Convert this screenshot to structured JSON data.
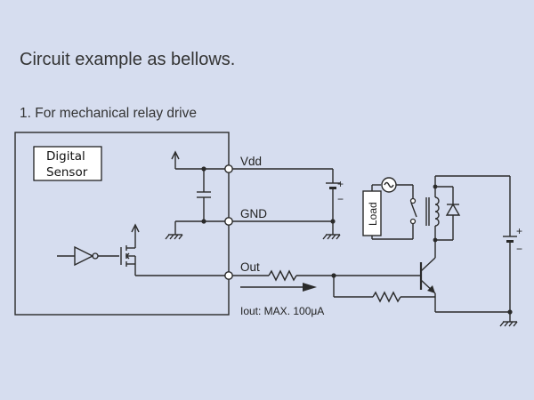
{
  "title": "Circuit example as bellows.",
  "subtitle": "1. For mechanical relay drive",
  "diagram": {
    "sensor_label_line1": "Digital",
    "sensor_label_line2": "Sensor",
    "vdd_label": "Vdd",
    "gnd_label": "GND",
    "out_label": "Out",
    "current_note": "Iout: MAX. 100μA",
    "load_label": "Load",
    "plus_sign": "+",
    "minus_sign": "−"
  }
}
